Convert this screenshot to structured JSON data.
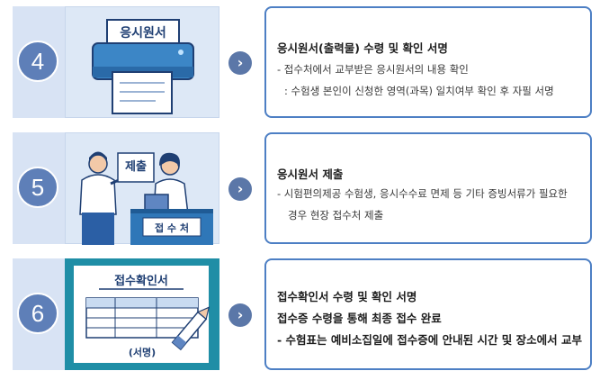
{
  "steps": [
    {
      "number": "4",
      "illustration_label": "응시원서",
      "title": "응시원서(출력물) 수령 및 확인 서명",
      "lines": [
        "- 접수처에서 교부받은 응시원서의 내용 확인",
        ": 수험생 본인이 신청한 영역(과목) 일치여부 확인 후 자필 서명"
      ]
    },
    {
      "number": "5",
      "illustration_label": "제출",
      "desk_label": "접 수 처",
      "title": "응시원서 제출",
      "lines": [
        "- 시험편의제공 수험생, 응시수수료 면제 등 기타 증빙서류가 필요한",
        "경우 현장 접수처 제출"
      ]
    },
    {
      "number": "6",
      "illustration_label": "접수확인서",
      "signature_label": "(서명)",
      "lines": [
        "접수확인서 수령 및 확인 서명",
        "접수증 수령을 통해 최종 접수 완료",
        "- 수험표는 예비소집일에 접수증에 안내된 시간 및 장소에서 교부"
      ]
    }
  ],
  "colors": {
    "step_bar": "#d8e3f4",
    "step_circle": "#5e7fb8",
    "card_border": "#4d7fc4",
    "arrow": "#5b77a8",
    "illus_bg": "#dde8f6",
    "illus_bg_dark": "#1f8ea6"
  }
}
